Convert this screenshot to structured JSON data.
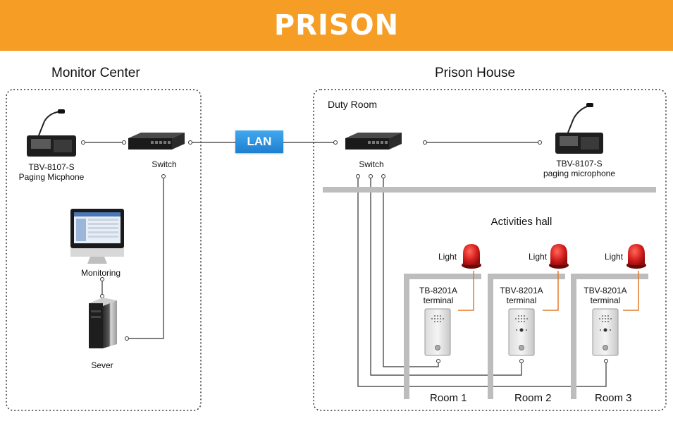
{
  "banner": {
    "title": "PRISON"
  },
  "monitor_center": {
    "title": "Monitor Center",
    "paging_mic": {
      "model": "TBV-8107-S",
      "name": "Paging Micphone"
    },
    "switch_label": "Switch",
    "monitoring_label": "Monitoring",
    "server_label": "Sever"
  },
  "lan_label": "LAN",
  "prison_house": {
    "title": "Prison House",
    "duty_room": "Duty Room",
    "switch_label": "Switch",
    "paging_mic": {
      "model": "TBV-8107-S",
      "name": "paging microphone"
    },
    "activities_hall": "Activities hall",
    "rooms": [
      {
        "light_label": "Light",
        "terminal_model": "TB-8201A",
        "terminal_name": "terminal",
        "room_label": "Room 1"
      },
      {
        "light_label": "Light",
        "terminal_model": "TBV-8201A",
        "terminal_name": "terminal",
        "room_label": "Room 2"
      },
      {
        "light_label": "Light",
        "terminal_model": "TBV-8201A",
        "terminal_name": "terminal",
        "room_label": "Room 3"
      }
    ]
  },
  "colors": {
    "banner": "#f59d24",
    "lan_badge": "#2a8fe0",
    "light_red": "#d51e1e",
    "light_wire": "#e57a2a",
    "wall_gray": "#bdbdbd"
  },
  "icons": [
    "desk-microphone-icon",
    "network-switch-icon",
    "monitor-icon",
    "server-tower-icon",
    "warning-light-icon",
    "intercom-terminal-icon"
  ]
}
